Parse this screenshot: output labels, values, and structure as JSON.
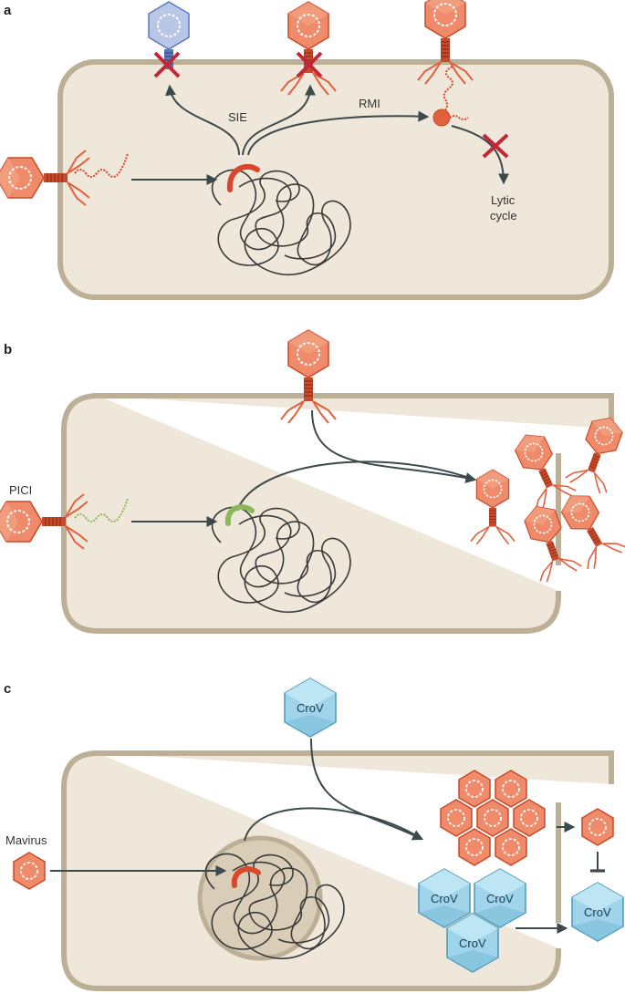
{
  "panels": {
    "a": {
      "letter": "a",
      "labels": {
        "sie": "SIE",
        "rmi": "RMI",
        "lytic_line1": "Lytic",
        "lytic_line2": "cycle"
      }
    },
    "b": {
      "letter": "b",
      "labels": {
        "pici": "PICI"
      }
    },
    "c": {
      "letter": "c",
      "labels": {
        "mavirus": "Mavirus",
        "crov_top": "CroV",
        "crov_1": "CroV",
        "crov_2": "CroV",
        "crov_3": "CroV",
        "crov_out": "CroV"
      }
    }
  },
  "colors": {
    "cell_fill": "#efe7da",
    "cell_border": "#bcaf95",
    "phage_red": "#e2603e",
    "phage_blue": "#5b78b8",
    "pici_green": "#8ab85a",
    "crov_blue": "#9fd4ea",
    "inhibit_cross": "#c0283a",
    "arrow": "#3c4a4c"
  }
}
